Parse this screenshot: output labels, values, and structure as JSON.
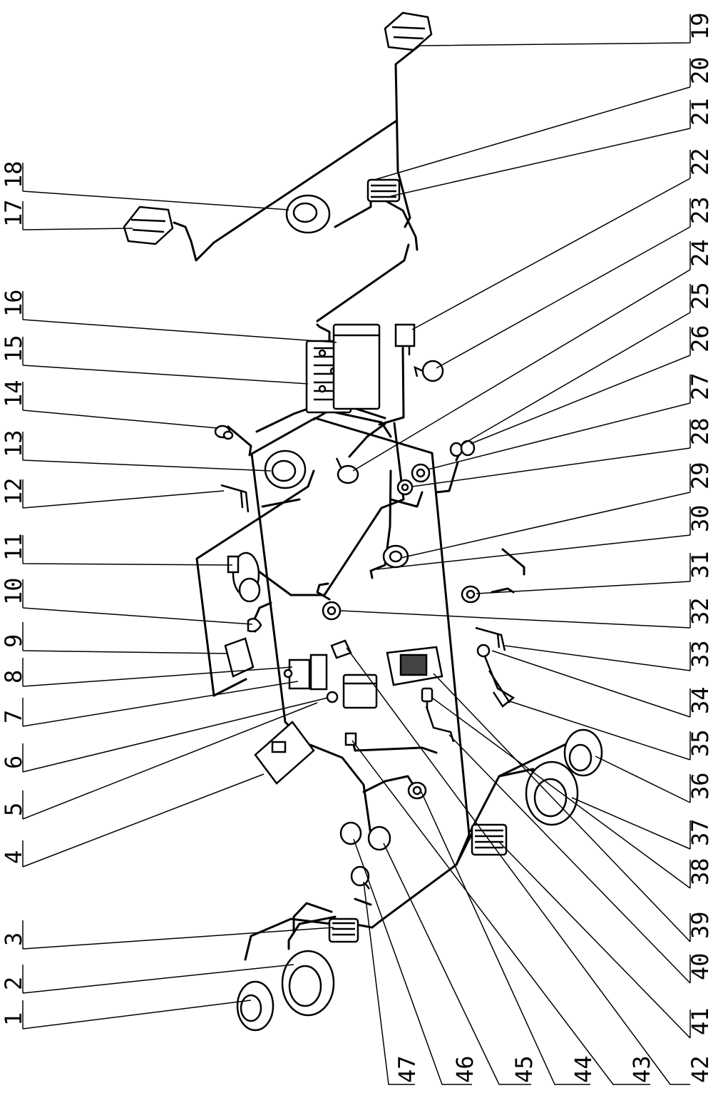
{
  "labels": {
    "l1": "1",
    "l2": "2",
    "l3": "3",
    "l4": "4",
    "l5": "5",
    "l6": "6",
    "l7": "7",
    "l8": "8",
    "l9": "9",
    "l10": "10",
    "l11": "11",
    "l12": "12",
    "l13": "13",
    "l14": "14",
    "l15": "15",
    "l16": "16",
    "l17": "17",
    "l18": "18",
    "l19": "19",
    "l20": "20",
    "l21": "21",
    "l22": "22",
    "l23": "23",
    "l24": "24",
    "l25": "25",
    "l26": "26",
    "l27": "27",
    "l28": "28",
    "l29": "29",
    "l30": "30",
    "l31": "31",
    "l32": "32",
    "l33": "33",
    "l34": "34",
    "l35": "35",
    "l36": "36",
    "l37": "37",
    "l38": "38",
    "l39": "39",
    "l40": "40",
    "l41": "41",
    "l42": "42",
    "l43": "43",
    "l44": "44",
    "l45": "45",
    "l46": "46",
    "l47": "47"
  },
  "colors": {
    "line": "#000000",
    "background": "#ffffff",
    "shade": "#444444"
  }
}
